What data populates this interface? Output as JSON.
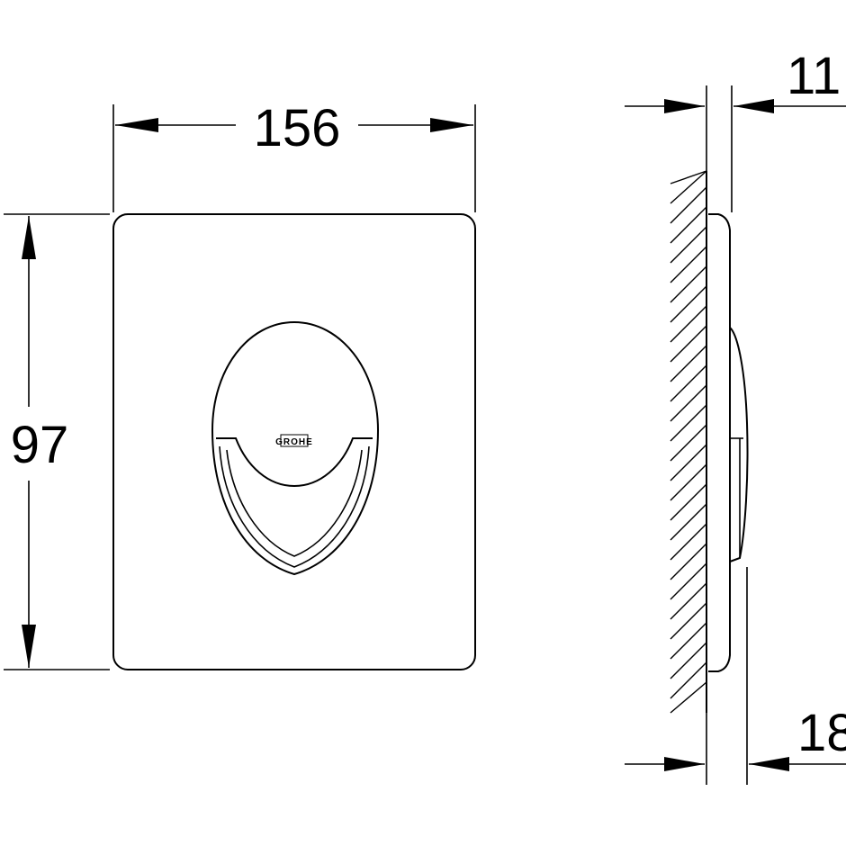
{
  "dimensions": {
    "width": "156",
    "height": "97",
    "offset_top": "11",
    "offset_bottom": "18"
  },
  "brand_logo": "GROHE",
  "colors": {
    "line": "#000000",
    "background": "#ffffff"
  }
}
